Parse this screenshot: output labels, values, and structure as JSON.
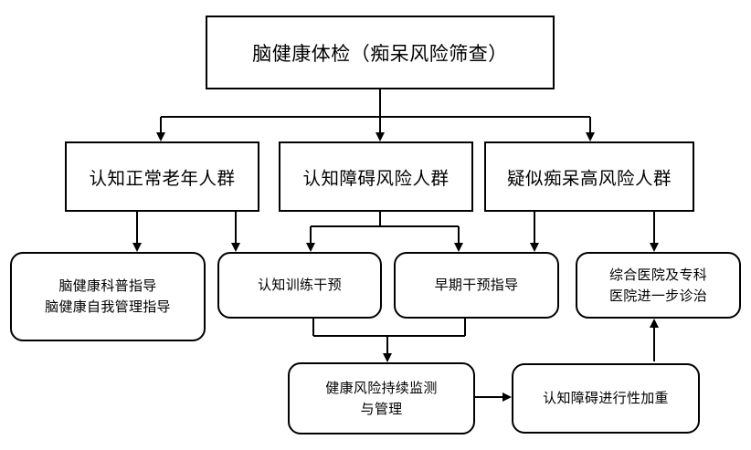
{
  "diagram": {
    "title_box": "脑健康体检（痴呆风险筛查）",
    "groups": [
      {
        "label": "认知正常老年人群"
      },
      {
        "label": "认知障碍风险人群"
      },
      {
        "label": "疑似痴呆高风险人群"
      }
    ],
    "actions": {
      "education": [
        "脑健康科普指导",
        "脑健康自我管理指导"
      ],
      "cognitive_training": "认知训练干预",
      "early_intervention": "早期干预指导",
      "hospital_referral": [
        "综合医院及专科",
        "医院进一步诊治"
      ],
      "monitoring": [
        "健康风险持续监测",
        "与管理"
      ],
      "progression": "认知障碍进行性加重"
    }
  }
}
